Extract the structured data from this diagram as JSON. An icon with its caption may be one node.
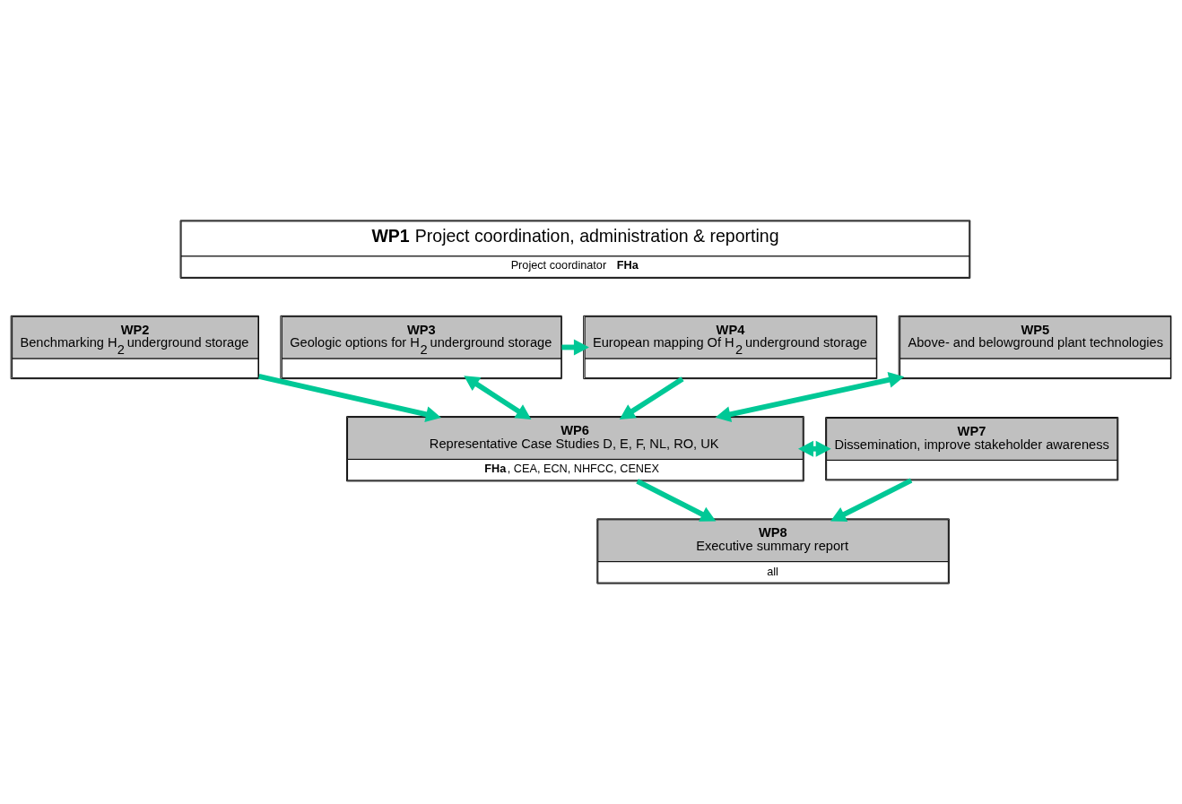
{
  "diagram": {
    "nodes": [
      {
        "text": [
          "**WP1** Project coordination, administration & reporting",
          "Project coordinator **FHa**"
        ]
      },
      {
        "text": [
          "WP2",
          "Benchmarking H$_{2}$ underground storage"
        ]
      },
      {
        "text": [
          "WP3",
          "Geologic options for H$_{2}$ underground storage"
        ]
      },
      {
        "text": [
          "WP4",
          "European mapping Of H$_{2}$ underground storage"
        ]
      },
      {
        "text": [
          "WP5",
          "Above- and belowground plant technologies"
        ]
      },
      {
        "text": [
          "WP7",
          "Dissemination, improve stakeholder awareness"
        ]
      },
      {
        "text": [
          "WP6",
          "Representative Case Studies D, E, F, NL, RO, UK",
          "**FHa**, CEA, ECN, NHFCC, CENEX"
        ]
      },
      {
        "text": [
          "WP8",
          "Executive summary report",
          "all"
        ]
      }
    ],
    "edges": [
      {
        "from": 2,
        "to": 3,
        "arrow": "to"
      },
      {
        "from": 1,
        "to": 6,
        "arrow": "to"
      },
      {
        "from": 2,
        "to": 6,
        "arrow": "both"
      },
      {
        "from": 3,
        "to": 6,
        "arrow": "to"
      },
      {
        "from": 4,
        "to": 6,
        "arrow": "both"
      },
      {
        "from": 6,
        "to": 5,
        "arrow": "both"
      },
      {
        "from": 6,
        "to": 7,
        "arrow": "to"
      },
      {
        "from": 5,
        "to": 7,
        "arrow": "to"
      }
    ]
  }
}
